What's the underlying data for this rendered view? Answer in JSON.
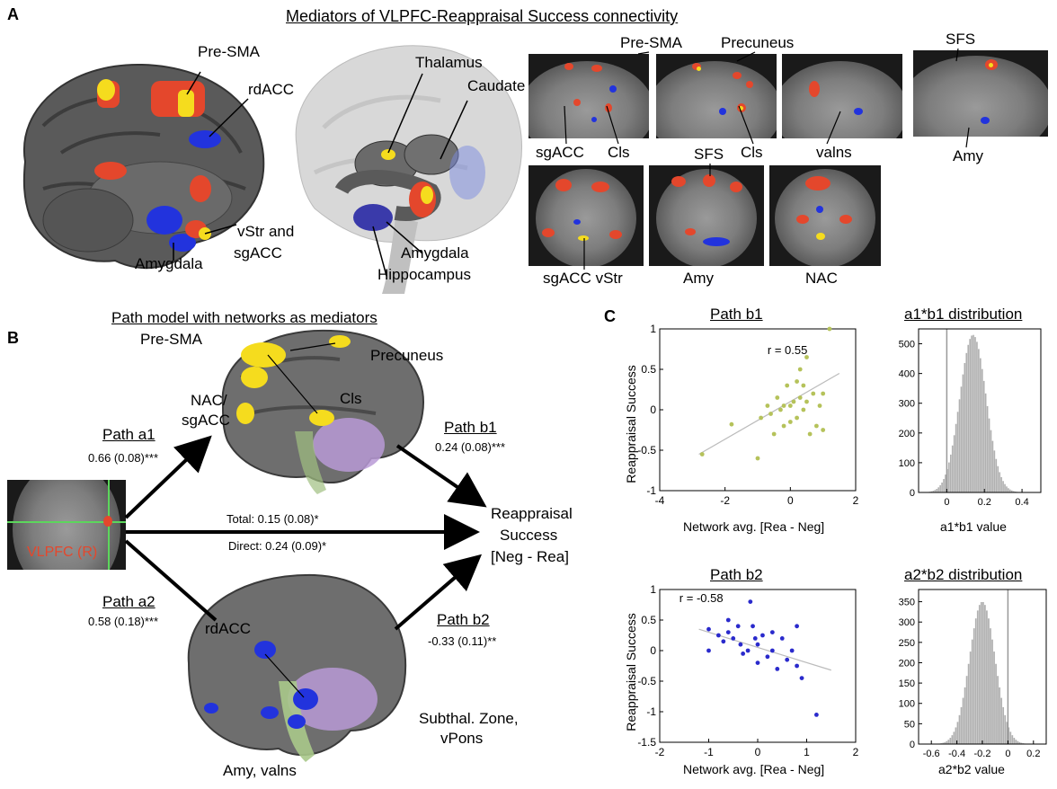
{
  "panel_a": {
    "letter": "A",
    "title": "Mediators of VLPFC-Reappraisal Success connectivity",
    "brain1_labels": [
      "Pre-SMA",
      "rdACC",
      "vStr and",
      "sgACC",
      "Amygdala"
    ],
    "brain2_labels": [
      "Thalamus",
      "Caudate",
      "Amygdala",
      "Hippocampus"
    ],
    "slice_labels": [
      "Pre-SMA",
      "Precuneus",
      "SFS",
      "sgACC",
      "Cls",
      "Cls",
      "valns",
      "Amy",
      "SFS",
      "sgACC vStr",
      "Amy",
      "NAC"
    ]
  },
  "panel_b": {
    "letter": "B",
    "title": "Path model with networks as mediators",
    "top_brain_labels": [
      "Pre-SMA",
      "Precuneus",
      "NAC/",
      "sgACC",
      "Cls"
    ],
    "bottom_brain_labels": [
      "rdACC",
      "Subthal. Zone,",
      "vPons",
      "Amy, valns"
    ],
    "path_a1": {
      "label": "Path a1",
      "value": "0.66 (0.08)***"
    },
    "path_b1": {
      "label": "Path b1",
      "value": "0.24 (0.08)***"
    },
    "path_a2": {
      "label": "Path a2",
      "value": "0.58 (0.18)***"
    },
    "path_b2": {
      "label": "Path b2",
      "value": "-0.33 (0.11)**"
    },
    "total": "Total: 0.15 (0.08)*",
    "direct": "Direct: 0.24 (0.09)*",
    "source_label": "VLPFC (R)",
    "outcome": [
      "Reappraisal",
      "Success",
      "[Neg - Rea]"
    ]
  },
  "panel_c": {
    "letter": "C"
  },
  "chart_data": [
    {
      "type": "scatter",
      "title": "Path b1",
      "xlabel": "Network avg. [Rea - Neg]",
      "ylabel": "Reappraisal Success",
      "xlim": [
        -4,
        2
      ],
      "ylim": [
        -1,
        1
      ],
      "xticks": [
        -4,
        -2,
        0,
        2
      ],
      "yticks": [
        -1,
        -0.5,
        0,
        0.5,
        1
      ],
      "annotation": "r = 0.55",
      "color": "#b5c25a",
      "fit_line": [
        [
          -2.8,
          -0.55
        ],
        [
          1.5,
          0.45
        ]
      ],
      "points": [
        [
          -2.7,
          -0.55
        ],
        [
          -1.8,
          -0.18
        ],
        [
          -1.0,
          -0.6
        ],
        [
          -0.9,
          -0.1
        ],
        [
          -0.7,
          0.05
        ],
        [
          -0.6,
          -0.05
        ],
        [
          -0.5,
          -0.3
        ],
        [
          -0.4,
          0.15
        ],
        [
          -0.3,
          0.0
        ],
        [
          -0.2,
          -0.2
        ],
        [
          -0.1,
          0.3
        ],
        [
          0.0,
          0.05
        ],
        [
          0.0,
          -0.15
        ],
        [
          0.1,
          0.1
        ],
        [
          0.2,
          0.35
        ],
        [
          0.2,
          -0.1
        ],
        [
          0.3,
          0.15
        ],
        [
          0.4,
          0.0
        ],
        [
          0.4,
          0.3
        ],
        [
          0.5,
          0.65
        ],
        [
          0.5,
          0.1
        ],
        [
          0.6,
          -0.3
        ],
        [
          0.7,
          0.2
        ],
        [
          0.8,
          -0.2
        ],
        [
          0.9,
          0.05
        ],
        [
          1.0,
          -0.25
        ],
        [
          1.0,
          0.2
        ],
        [
          1.2,
          1.0
        ],
        [
          0.3,
          0.5
        ],
        [
          -0.2,
          0.05
        ]
      ]
    },
    {
      "type": "scatter",
      "title": "Path b2",
      "xlabel": "Network avg. [Rea - Neg]",
      "ylabel": "Reappraisal Success",
      "xlim": [
        -2,
        2
      ],
      "ylim": [
        -1.5,
        1
      ],
      "xticks": [
        -2,
        -1,
        0,
        1,
        2
      ],
      "yticks": [
        -1.5,
        -1,
        -0.5,
        0,
        0.5,
        1
      ],
      "annotation": "r = -0.58",
      "color": "#2a2acc",
      "fit_line": [
        [
          -1.2,
          0.35
        ],
        [
          1.5,
          -0.32
        ]
      ],
      "points": [
        [
          -1.0,
          0.35
        ],
        [
          -1.0,
          0.0
        ],
        [
          -0.8,
          0.25
        ],
        [
          -0.6,
          0.3
        ],
        [
          -0.6,
          0.5
        ],
        [
          -0.5,
          0.2
        ],
        [
          -0.4,
          0.4
        ],
        [
          -0.35,
          0.1
        ],
        [
          -0.3,
          -0.05
        ],
        [
          -0.2,
          0.0
        ],
        [
          -0.15,
          0.8
        ],
        [
          -0.1,
          0.4
        ],
        [
          -0.05,
          0.2
        ],
        [
          0.0,
          0.1
        ],
        [
          0.1,
          0.25
        ],
        [
          0.2,
          -0.1
        ],
        [
          0.3,
          0.0
        ],
        [
          0.4,
          -0.3
        ],
        [
          0.5,
          0.2
        ],
        [
          0.6,
          -0.15
        ],
        [
          0.7,
          0.0
        ],
        [
          0.8,
          -0.25
        ],
        [
          0.8,
          0.4
        ],
        [
          0.9,
          -0.45
        ],
        [
          1.2,
          -1.05
        ],
        [
          -0.7,
          0.15
        ],
        [
          0.0,
          -0.2
        ],
        [
          0.3,
          0.3
        ]
      ]
    },
    {
      "type": "bar",
      "title": "a1*b1 distribution",
      "xlabel": "a1*b1 value",
      "ylabel": "",
      "xlim": [
        -0.15,
        0.5
      ],
      "ylim": [
        0,
        550
      ],
      "xticks": [
        0,
        0.2,
        0.4
      ],
      "yticks": [
        0,
        100,
        200,
        300,
        400,
        500
      ],
      "vline": 0,
      "color": "#b0b0b0",
      "distribution": {
        "mean": 0.14,
        "sd": 0.07,
        "peak": 530
      }
    },
    {
      "type": "bar",
      "title": "a2*b2 distribution",
      "xlabel": "a2*b2 value",
      "ylabel": "",
      "xlim": [
        -0.7,
        0.3
      ],
      "ylim": [
        0,
        380
      ],
      "xticks": [
        -0.6,
        -0.4,
        -0.2,
        0,
        0.2
      ],
      "yticks": [
        0,
        50,
        100,
        150,
        200,
        250,
        300,
        350
      ],
      "vline": 0,
      "color": "#b0b0b0",
      "distribution": {
        "mean": -0.2,
        "sd": 0.1,
        "peak": 350
      }
    }
  ]
}
